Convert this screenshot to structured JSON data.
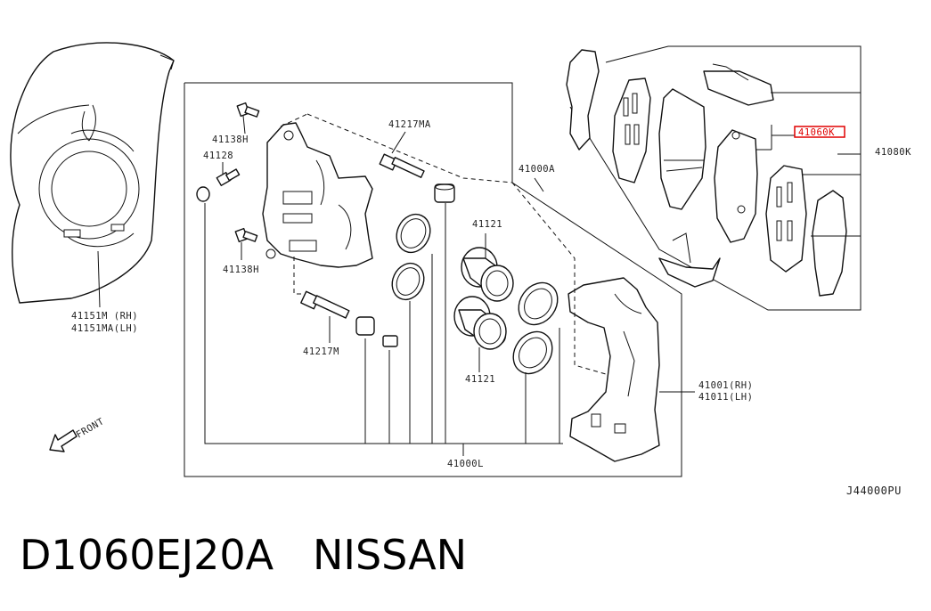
{
  "callouts": {
    "c41151m": "41151M (RH)",
    "c41151ma": "41151MA(LH)",
    "c41138h_top": "41138H",
    "c41128": "41128",
    "c41138h_mid": "41138H",
    "c41217ma": "41217MA",
    "c41217m": "41217M",
    "c41000a": "41000A",
    "c41121_top": "41121",
    "c41121_bot": "41121",
    "c41001": "41001(RH)",
    "c41011": "41011(LH)",
    "c41000l": "41000L",
    "c41080k": "41080K",
    "c41060k": "41060K"
  },
  "front_label": "FRONT",
  "diagram_code": "J44000PU",
  "caption": "D1060EJ20A   NISSAN",
  "highlight_color": "#e00000"
}
